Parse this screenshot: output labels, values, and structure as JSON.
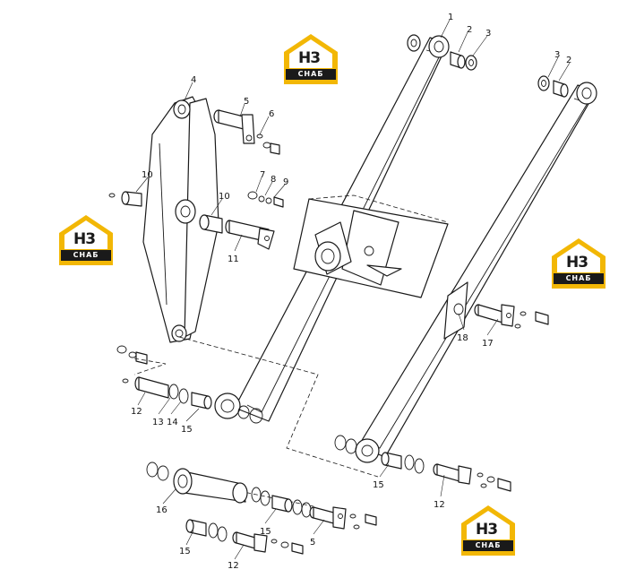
{
  "logo": {
    "mark": "H3",
    "sub": "СНАБ",
    "color_yellow": "#f2b705",
    "color_dark": "#1a1a1a"
  },
  "callouts": {
    "c1": "1",
    "c2a": "2",
    "c3a": "3",
    "c3b": "3",
    "c2b": "2",
    "c4": "4",
    "c5a": "5",
    "c6": "6",
    "c7": "7",
    "c8": "8",
    "c9": "9",
    "c10a": "10",
    "c10b": "10",
    "c11": "11",
    "c12a": "12",
    "c13": "13",
    "c14": "14",
    "c15a": "15",
    "c16": "16",
    "c15b": "15",
    "c12b": "12",
    "c15c": "15",
    "c5b": "5",
    "c15d": "15",
    "c12c": "12",
    "c17": "17",
    "c18": "18"
  }
}
